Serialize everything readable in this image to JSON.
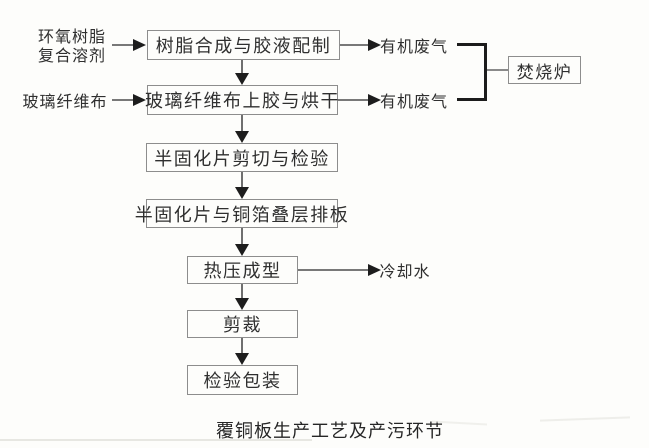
{
  "diagram": {
    "caption": "覆铜板生产工艺及产污环节",
    "inputs": {
      "epoxy_line1": "环氧树脂",
      "epoxy_line2": "复合溶剂",
      "glass_fiber": "玻璃纤维布"
    },
    "steps": {
      "resin": "树脂合成与胶液配制",
      "coating": "玻璃纤维布上胶与烘干",
      "prepreg_cut": "半固化片剪切与检验",
      "layup": "半固化片与铜箔叠层排板",
      "hot_press": "热压成型",
      "trim": "剪裁",
      "inspect_pack": "检验包装",
      "incinerator": "焚烧炉"
    },
    "outputs": {
      "waste_gas_1": "有机废气",
      "waste_gas_2": "有机废气",
      "cooling_water": "冷却水"
    },
    "edges": [
      {
        "from": "环氧树脂复合溶剂",
        "to": "树脂合成与胶液配制"
      },
      {
        "from": "树脂合成与胶液配制",
        "to": "有机废气"
      },
      {
        "from": "树脂合成与胶液配制",
        "to": "玻璃纤维布上胶与烘干"
      },
      {
        "from": "玻璃纤维布",
        "to": "玻璃纤维布上胶与烘干"
      },
      {
        "from": "玻璃纤维布上胶与烘干",
        "to": "有机废气"
      },
      {
        "from": "有机废气",
        "to": "焚烧炉"
      },
      {
        "from": "玻璃纤维布上胶与烘干",
        "to": "半固化片剪切与检验"
      },
      {
        "from": "半固化片剪切与检验",
        "to": "半固化片与铜箔叠层排板"
      },
      {
        "from": "半固化片与铜箔叠层排板",
        "to": "热压成型"
      },
      {
        "from": "热压成型",
        "to": "冷却水"
      },
      {
        "from": "热压成型",
        "to": "剪裁"
      },
      {
        "from": "剪裁",
        "to": "检验包装"
      }
    ],
    "colors": {
      "background": "#fdfdfb",
      "box_border": "#8d8d8d",
      "text": "#2f2f2f",
      "line": "#787878",
      "arrowhead": "#1d1d1d"
    }
  }
}
